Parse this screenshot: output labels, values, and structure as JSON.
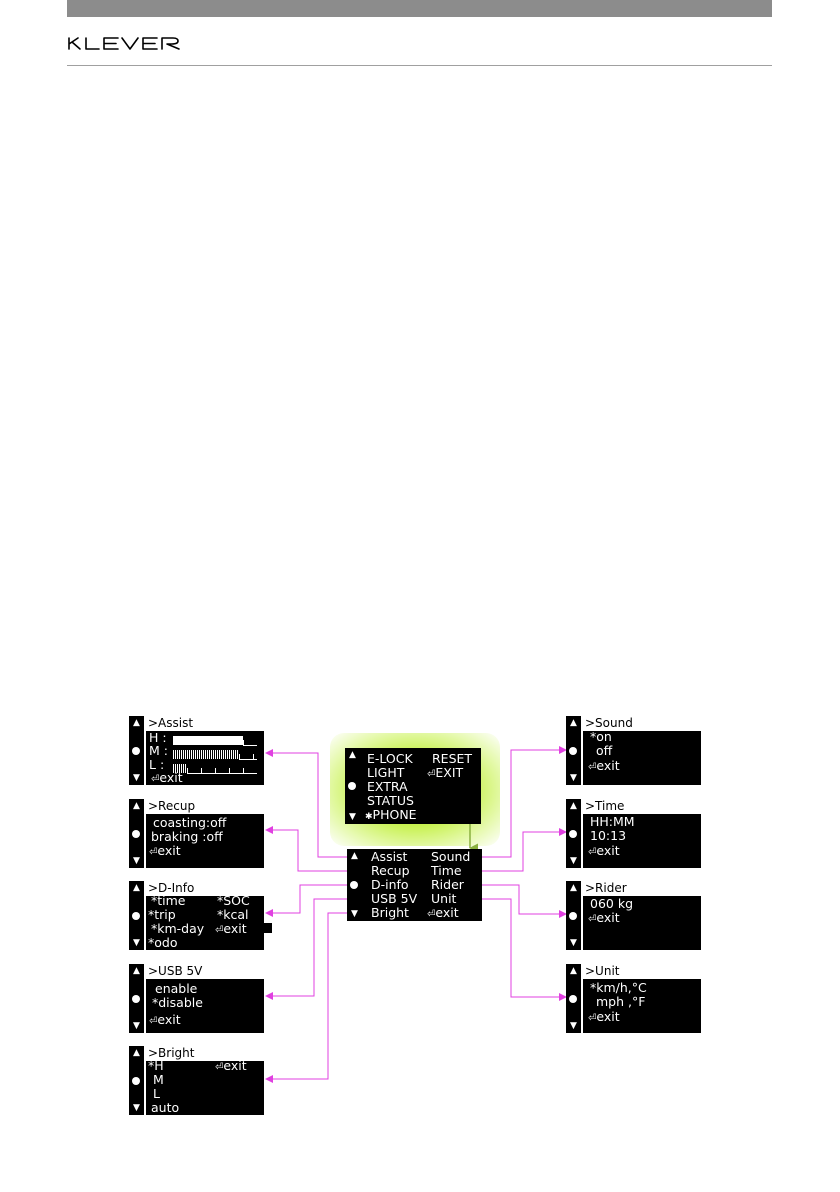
{
  "brand": {
    "logo_text": "KLEVER"
  },
  "icons": {
    "scroll_up": "▲",
    "scroll_down": "▼",
    "select": "●",
    "exit": "⏎"
  },
  "colors": {
    "connector": "#e040e0",
    "highlight": "#c4f046",
    "arrow": "#8ab040",
    "screen": "#000000"
  },
  "main_menu": {
    "col1": [
      "E-LOCK",
      "LIGHT",
      "EXTRA",
      "STATUS",
      "PHONE"
    ],
    "col2": [
      "RESET",
      "EXIT"
    ],
    "phone_glyph": "✱"
  },
  "extra_menu": {
    "col1": [
      "Assist",
      "Recup",
      "D-info",
      "USB 5V",
      "Bright"
    ],
    "col2": [
      "Sound",
      "Time",
      "Rider",
      "Unit",
      "exit"
    ]
  },
  "screens": {
    "assist": {
      "title": ">Assist",
      "rows": [
        "H :",
        "M :",
        "L :",
        "exit"
      ]
    },
    "recup": {
      "title": ">Recup",
      "rows": [
        "coasting:off",
        "braking :off",
        "exit"
      ]
    },
    "dinfo": {
      "title": ">D-Info",
      "col1": [
        "*time",
        "*trip",
        "*km-day",
        "*odo"
      ],
      "col2": [
        "*SOC",
        "*kcal",
        "exit"
      ]
    },
    "usb": {
      "title": ">USB 5V",
      "rows": [
        "enable",
        "*disable",
        "exit"
      ]
    },
    "bright": {
      "title": ">Bright",
      "rows": [
        "*H",
        "M",
        "L",
        "auto"
      ],
      "exit": "exit"
    },
    "sound": {
      "title": ">Sound",
      "rows": [
        "*on",
        "off",
        "exit"
      ]
    },
    "time": {
      "title": ">Time",
      "rows": [
        "HH:MM",
        "10:13",
        "exit"
      ]
    },
    "rider": {
      "title": ">Rider",
      "rows": [
        "060 kg",
        "exit"
      ]
    },
    "unit": {
      "title": ">Unit",
      "rows": [
        "*km/h,°C",
        "mph ,°F",
        "exit"
      ]
    }
  }
}
